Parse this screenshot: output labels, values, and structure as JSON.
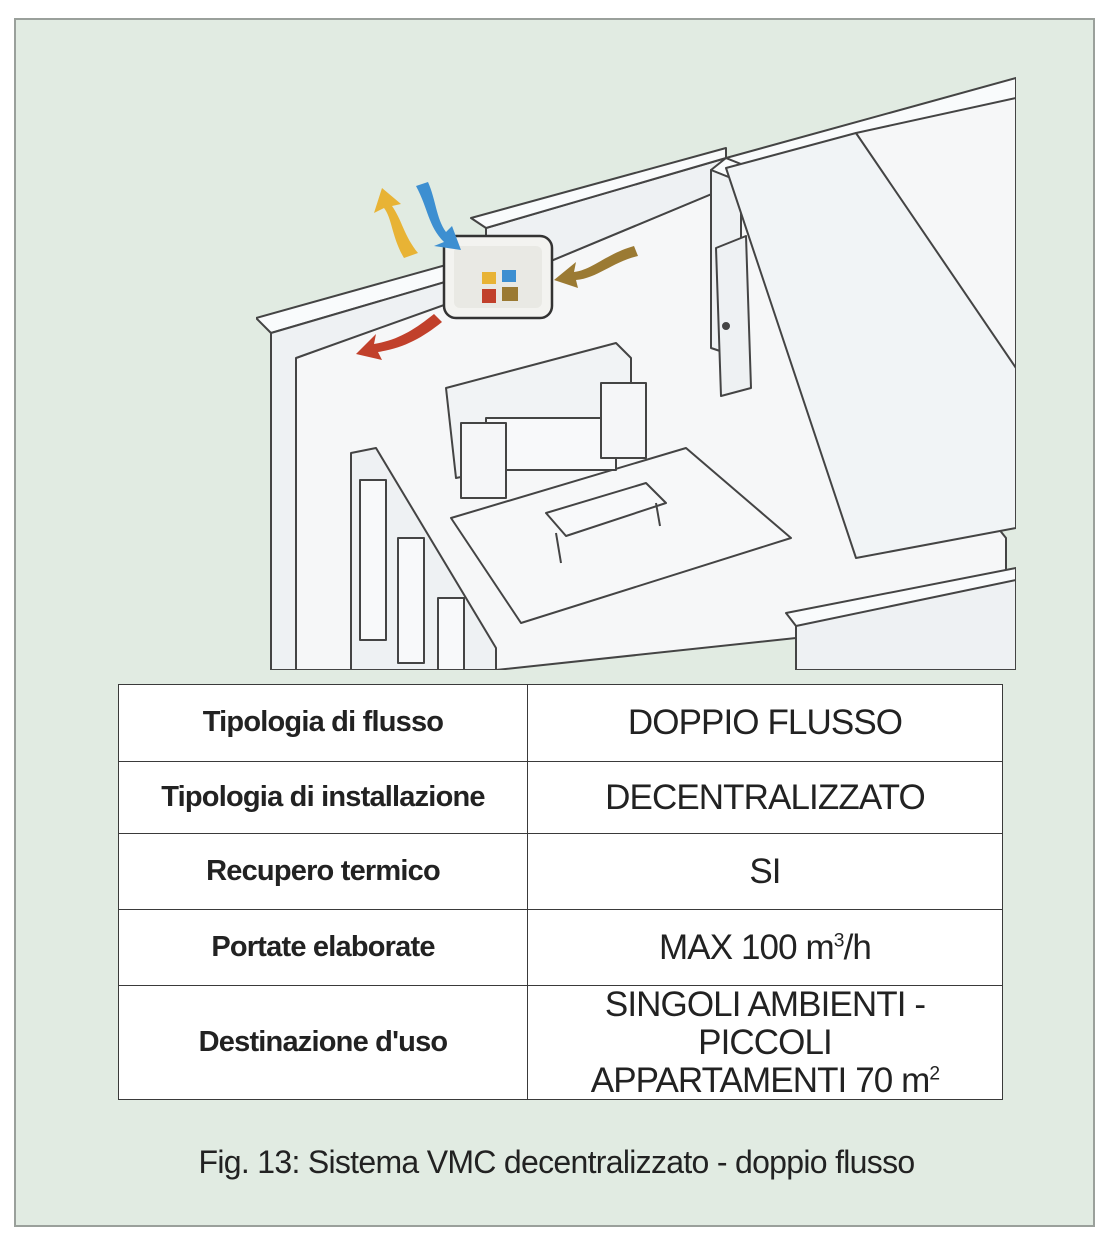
{
  "illustration": {
    "colors": {
      "arrow_yellow": "#e8b335",
      "arrow_blue": "#3d8fd1",
      "arrow_brown": "#9b7a33",
      "arrow_red": "#c1402b",
      "line": "#444444",
      "wall": "#f4f6f7"
    }
  },
  "table": {
    "rows": [
      {
        "label": "Tipologia di flusso",
        "value": "DOPPIO FLUSSO"
      },
      {
        "label": "Tipologia di installazione",
        "value": "DECENTRALIZZATO"
      },
      {
        "label": "Recupero termico",
        "value": "SI"
      },
      {
        "label": "Portate elaborate",
        "value_prefix": "MAX 100 m",
        "value_sup": "3",
        "value_suffix": "/h"
      },
      {
        "label": "Destinazione d'uso",
        "value_line1": "SINGOLI AMBIENTI - PICCOLI",
        "value_line2_prefix": "APPARTAMENTI 70 m",
        "value_line2_sup": "2"
      }
    ]
  },
  "caption": "Fig. 13: Sistema VMC decentralizzato - doppio flusso"
}
